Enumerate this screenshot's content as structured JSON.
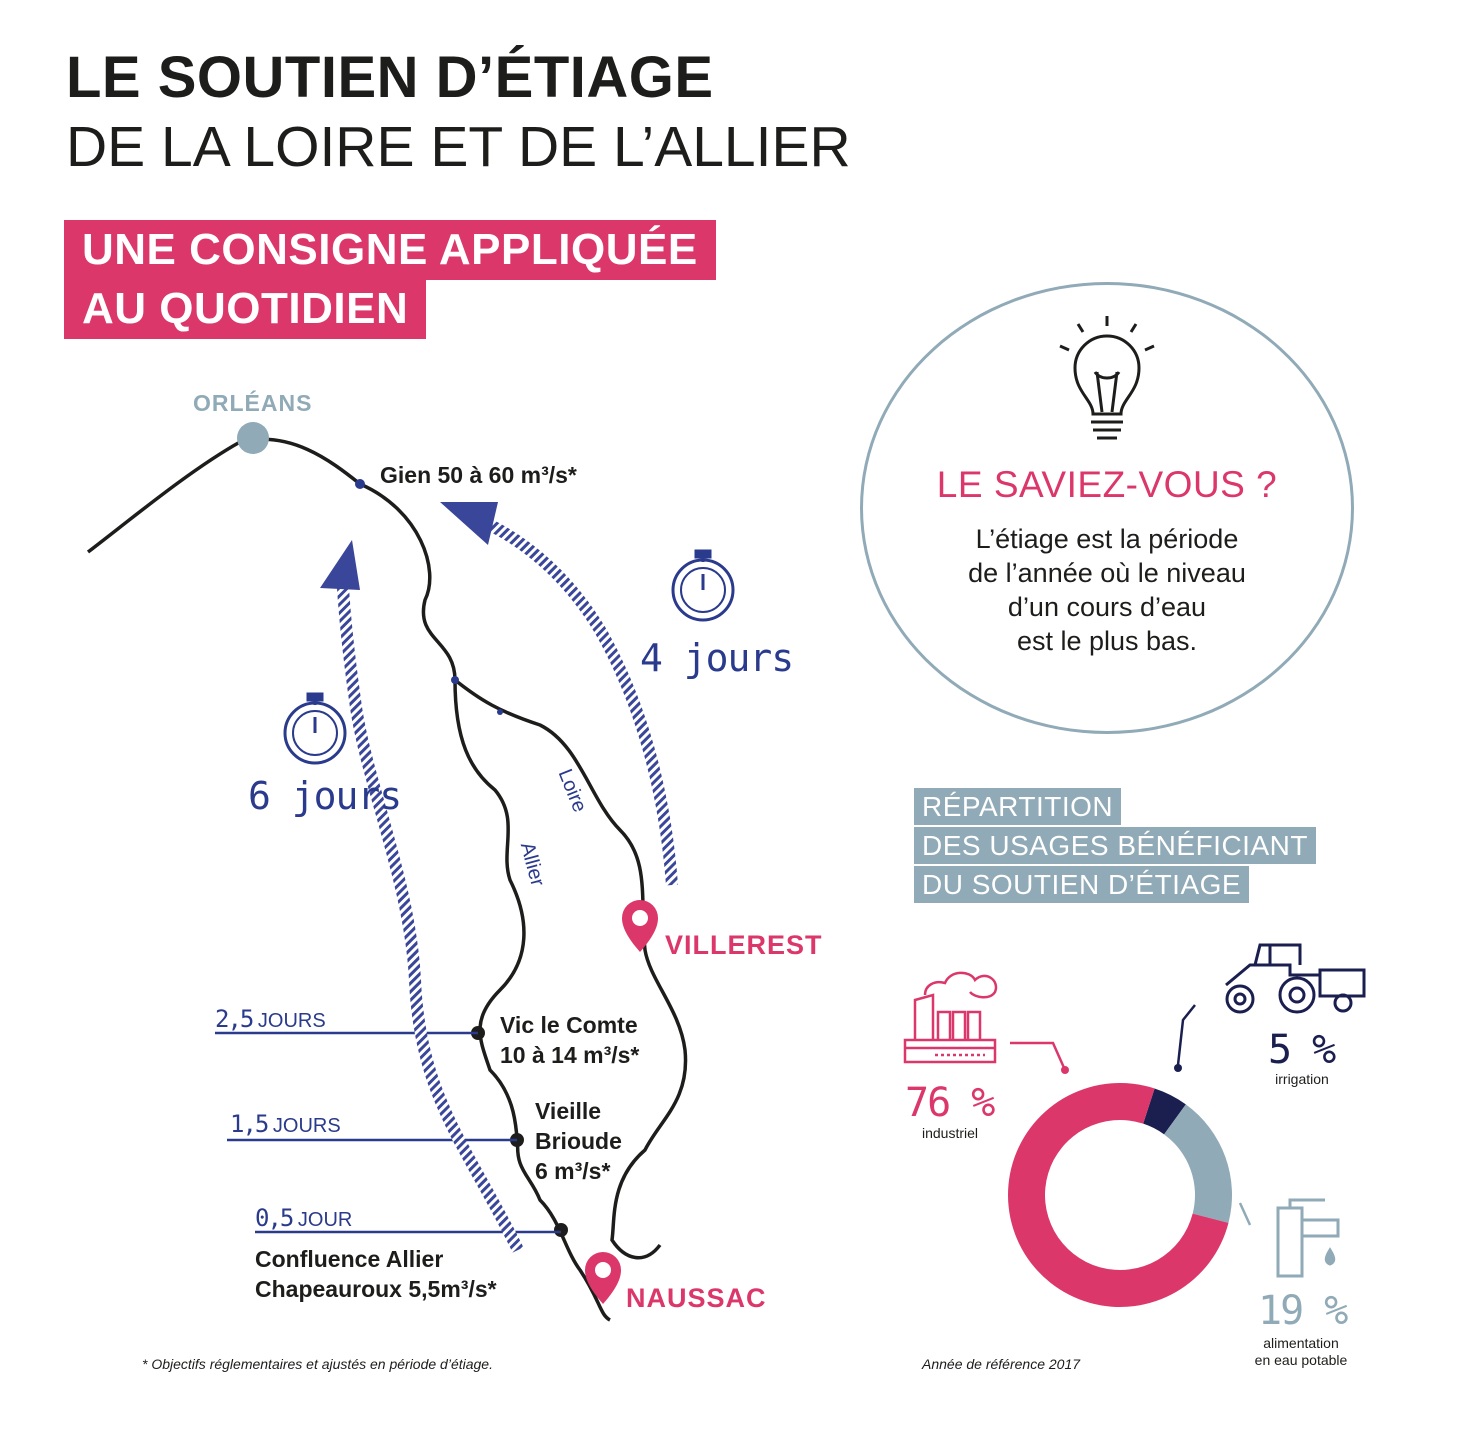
{
  "header": {
    "title_line1": "LE SOUTIEN D’ÉTIAGE",
    "title_line2": "DE LA LOIRE ET DE L’ALLIER"
  },
  "subtitle": {
    "line1": "UNE CONSIGNE APPLIQUÉE",
    "line2": "AU QUOTIDIEN"
  },
  "map": {
    "orleans": "ORLÉANS",
    "gien": "Gien 50 à 60 m³/s*",
    "villerest": "VILLEREST",
    "naussac": "NAUSSAC",
    "rivers": {
      "loire": "Loire",
      "allier": "Allier"
    },
    "travel": {
      "loire_days": "4 jours",
      "allier_days": "6 jours"
    },
    "stations": [
      {
        "name": "Vic le Comte",
        "flow": "10 à 14 m³/s*",
        "delay_num": "2,5",
        "delay_unit": "JOURS"
      },
      {
        "name_l1": "Vieille",
        "name_l2": "Brioude",
        "flow": "6 m³/s*",
        "delay_num": "1,5",
        "delay_unit": "JOURS"
      },
      {
        "name": "Confluence Allier",
        "flow": "Chapeauroux 5,5m³/s*",
        "delay_num": "0,5",
        "delay_unit": "JOUR"
      }
    ],
    "colors": {
      "river": "#1d1d1b",
      "arrow": "#2a3a8c",
      "accent": "#db376b",
      "gray": "#90aab7"
    }
  },
  "info_box": {
    "heading": "LE SAVIEZ-VOUS ?",
    "text_lines": [
      "L’étiage est la période",
      "de l’année où le niveau",
      "d’un cours d’eau",
      "est le plus bas."
    ],
    "icon": "lightbulb-icon"
  },
  "usage_section": {
    "title_lines": [
      "RÉPARTITION",
      "DES USAGES BÉNÉFICIANT",
      "DU SOUTIEN D’ÉTIAGE"
    ]
  },
  "chart_data": {
    "type": "pie",
    "categories": [
      "industriel",
      "irrigation",
      "alimentation en eau potable"
    ],
    "values": [
      76,
      5,
      19
    ],
    "labels": [
      "76 %",
      "5 %",
      "19 %"
    ],
    "colors": [
      "#db376b",
      "#1b1f4f",
      "#90aab7"
    ],
    "icons": [
      "factory-icon",
      "tractor-icon",
      "faucet-icon"
    ]
  },
  "usage_labels": {
    "industriel": "industriel",
    "irrigation": "irrigation",
    "eau_l1": "alimentation",
    "eau_l2": "en eau potable"
  },
  "footnotes": {
    "objectifs": "* Objectifs réglementaires et ajustés en période d’étiage.",
    "reference": "Année de référence 2017"
  }
}
